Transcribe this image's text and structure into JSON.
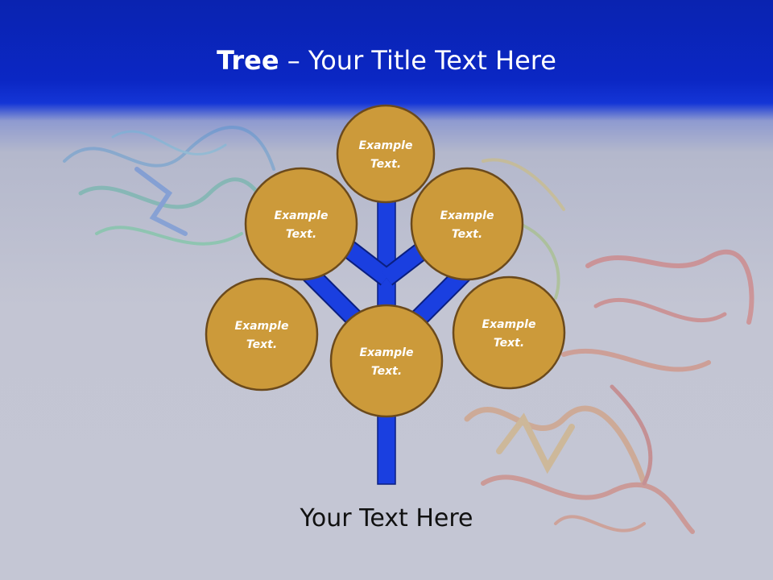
{
  "slide": {
    "title_bold": "Tree",
    "title_dash": " – ",
    "title_rest": "Your Title Text Here",
    "footer_text": "Your Text Here"
  },
  "nodes": [
    {
      "line1": "Example",
      "line2": "Text."
    },
    {
      "line1": "Example",
      "line2": "Text."
    },
    {
      "line1": "Example",
      "line2": "Text."
    },
    {
      "line1": "Example",
      "line2": "Text."
    },
    {
      "line1": "Example",
      "line2": "Text."
    },
    {
      "line1": "Example",
      "line2": "Text."
    }
  ],
  "colors": {
    "header_blue": "#0b27c4",
    "trunk_blue": "#1a3fe0",
    "node_fill": "#cc9a3a",
    "node_stroke": "#6b4a1c"
  }
}
